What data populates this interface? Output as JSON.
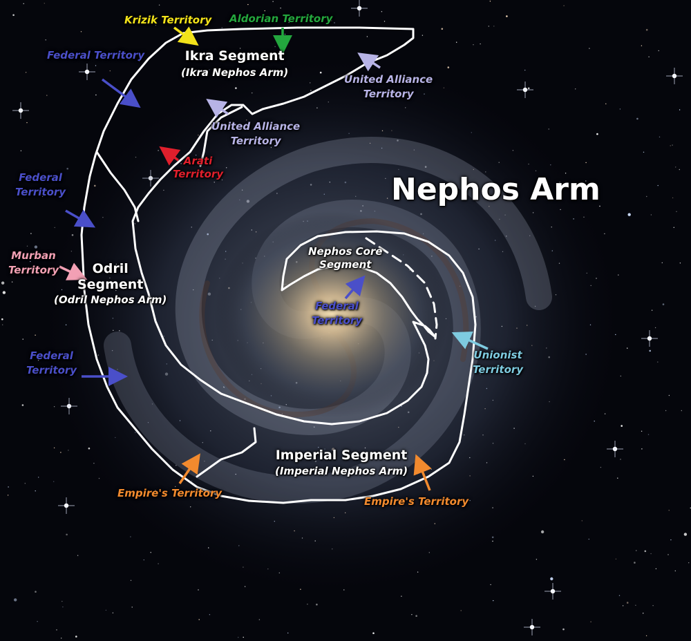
{
  "map": {
    "title": "Nephos Arm",
    "segments": {
      "ikra": {
        "name": "Ikra Segment",
        "sub": "(Ikra Nephos Arm)"
      },
      "odril": {
        "line1": "Odril",
        "line2": "Segment",
        "sub": "(Odril Nephos Arm)"
      },
      "imperial": {
        "name": "Imperial Segment",
        "sub": "(Imperial Nephos Arm)"
      },
      "core": {
        "line1": "Nephos Core",
        "line2": "Segment"
      }
    },
    "territories": {
      "krizik": "Krizik Territory",
      "aldorian": "Aldorian Territory",
      "federal_top": [
        "Federal Territory"
      ],
      "federal_mid": [
        "Federal",
        "Territory"
      ],
      "federal_low": [
        "Federal",
        "Territory"
      ],
      "federal_core": [
        "Federal",
        "Territory"
      ],
      "ua_top": [
        "United Alliance",
        "Territory"
      ],
      "ua_mid": [
        "United Alliance",
        "Territory"
      ],
      "arati": [
        "Arati",
        "Territory"
      ],
      "murban": [
        "Murban",
        "Territory"
      ],
      "unionist": [
        "Unionist",
        "Territory"
      ],
      "empire_left": "Empire's Territory",
      "empire_right": "Empire's Territory"
    },
    "colors": {
      "federal": "#4a4fc9",
      "ua": "#b7b3e6",
      "krizik": "#f2e21a",
      "aldorian": "#23a63e",
      "arati": "#e01f2c",
      "murban": "#f2a0b4",
      "unionist": "#7ecbe0",
      "empire": "#f28a2e",
      "border": "#ffffff"
    }
  }
}
